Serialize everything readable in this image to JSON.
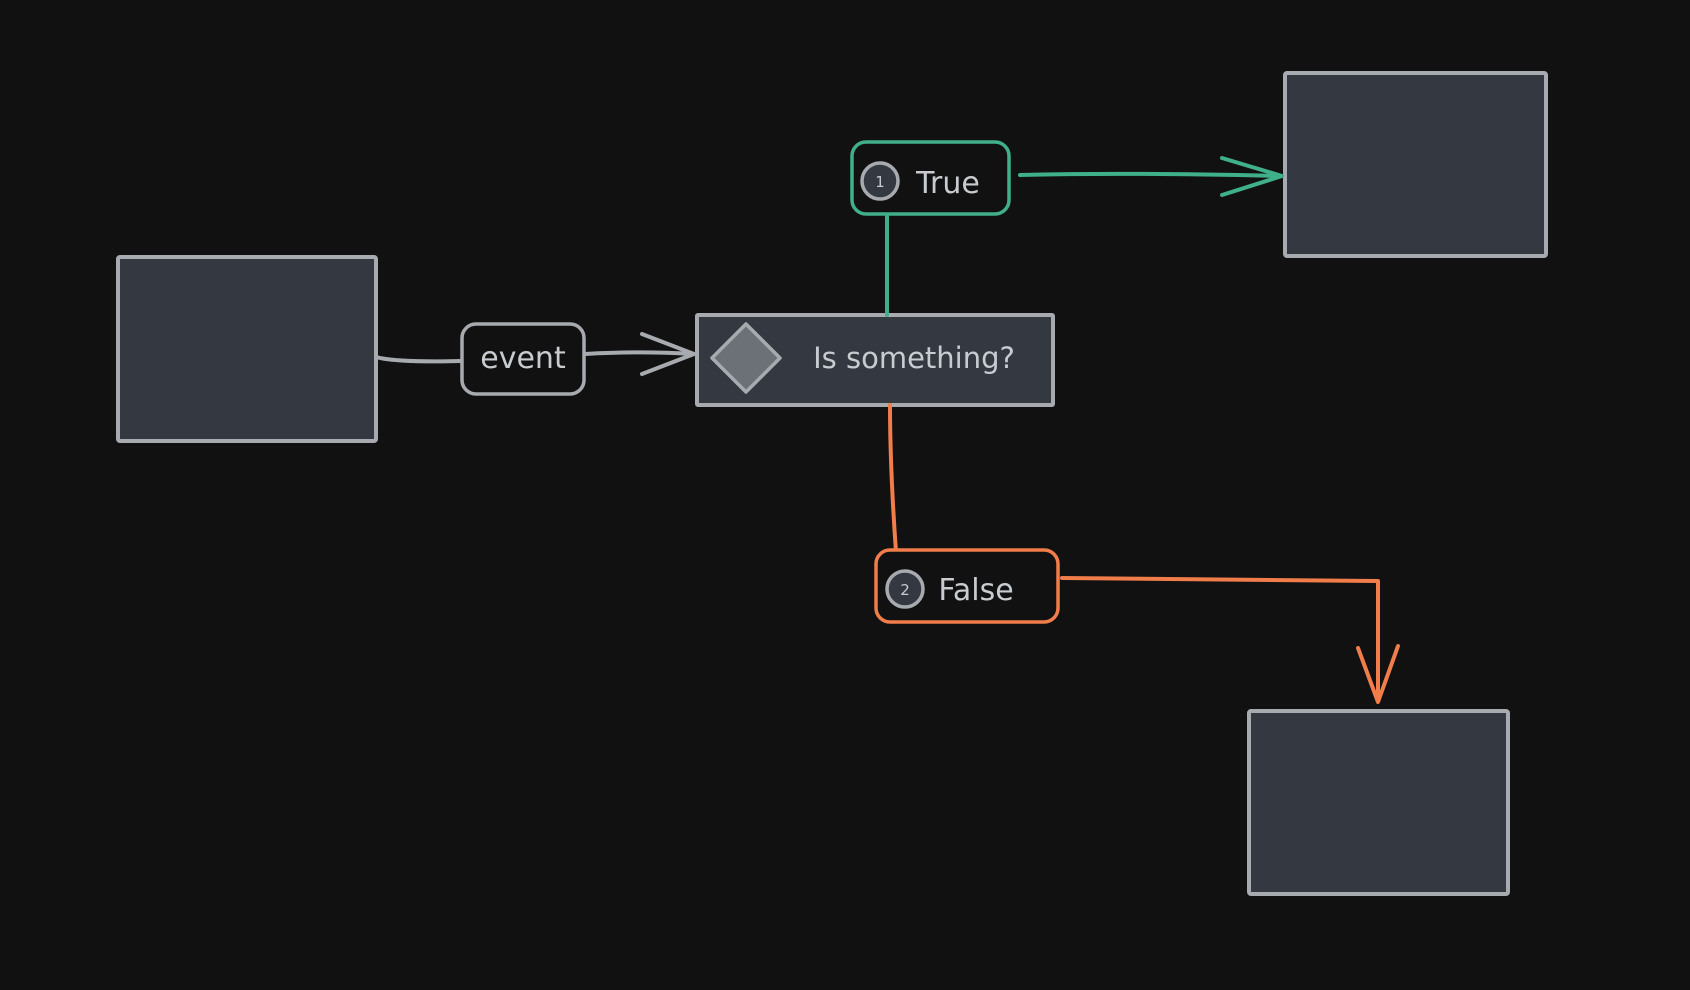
{
  "diagram": {
    "nodes": {
      "source": {
        "label": ""
      },
      "decision": {
        "label": "Is something?",
        "icon": "diamond-icon"
      },
      "target_true": {
        "label": ""
      },
      "target_false": {
        "label": ""
      }
    },
    "edges": {
      "event": {
        "label": "event"
      },
      "true": {
        "label": "True",
        "badge": "1"
      },
      "false": {
        "label": "False",
        "badge": "2"
      }
    },
    "colors": {
      "background": "#111111",
      "node_fill": "#343840",
      "node_stroke": "#a7abb0",
      "text": "#c8cbd0",
      "true": "#3fb08a",
      "false": "#f07d4a",
      "diamond_fill": "#6c7077"
    }
  }
}
